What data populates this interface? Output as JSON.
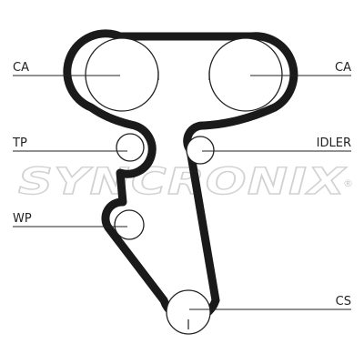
{
  "watermark": {
    "text": "SYNCRONIX",
    "registered_mark": "®"
  },
  "labels": {
    "ca_left": "CA",
    "ca_right": "CA",
    "tp": "TP",
    "idler": "IDLER",
    "wp": "WP",
    "cs": "CS"
  },
  "colors": {
    "belt": "#1a1a1a",
    "lines": "#222222",
    "watermark": "#d2d2d2"
  }
}
